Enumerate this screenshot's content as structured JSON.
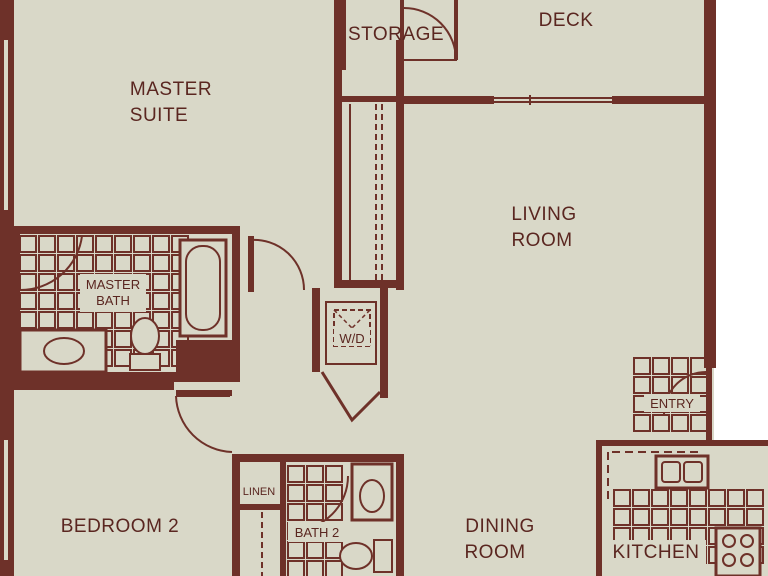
{
  "colors": {
    "floor": "#d9d8c8",
    "wall": "#6e3129",
    "text": "#5a2620",
    "outside": "#ffffff"
  },
  "rooms": {
    "storage": "STORAGE",
    "deck": "DECK",
    "master_suite": [
      "MASTER",
      "SUITE"
    ],
    "living_room": [
      "LIVING",
      "ROOM"
    ],
    "master_bath": [
      "MASTER",
      "BATH"
    ],
    "wd": "W/D",
    "entry": "ENTRY",
    "linen": "LINEN",
    "bedroom2": "BEDROOM 2",
    "bath2": "BATH 2",
    "dining_room": [
      "DINING",
      "ROOM"
    ],
    "kitchen": "KITCHEN"
  }
}
